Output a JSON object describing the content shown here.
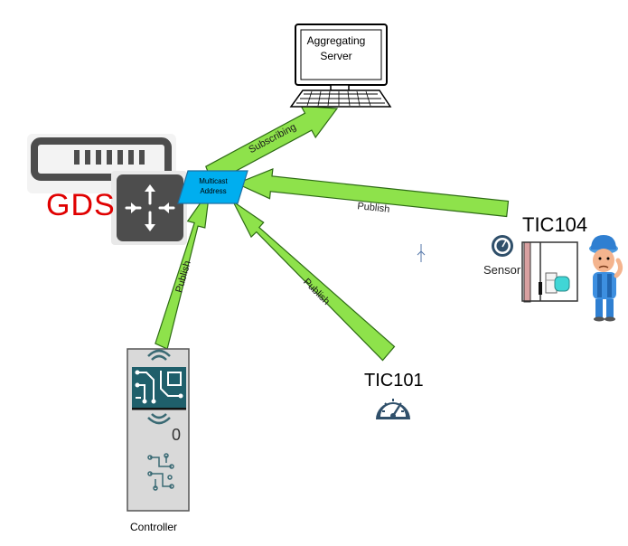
{
  "nodes": {
    "aggregating_server": {
      "label_line1": "Aggregating",
      "label_line2": "Server"
    },
    "gds": {
      "label": "GDS",
      "label_color": "#e00000"
    },
    "multicast": {
      "label_line1": "Multicast",
      "label_line2": "Address",
      "color": "#00aeef"
    },
    "tic104": {
      "label": "TIC104",
      "sensor_label": "Sensor"
    },
    "tic101": {
      "label": "TIC101"
    },
    "controller": {
      "label": "Controller",
      "value": "0"
    }
  },
  "arrows": {
    "subscribing": "Subscribing",
    "publish_tic104": "Publish",
    "publish_tic101": "Publish",
    "publish_controller": "Publish"
  },
  "colors": {
    "arrow_fill": "#8ee24b",
    "arrow_stroke": "#2e6b15",
    "device_grey": "#4d4d4d"
  },
  "icons": [
    "monitor-icon",
    "keyboard-icon",
    "server-chassis-icon",
    "router-icon",
    "gauge-icon",
    "worker-icon",
    "circuit-board-icon",
    "wireless-signal-icon"
  ]
}
